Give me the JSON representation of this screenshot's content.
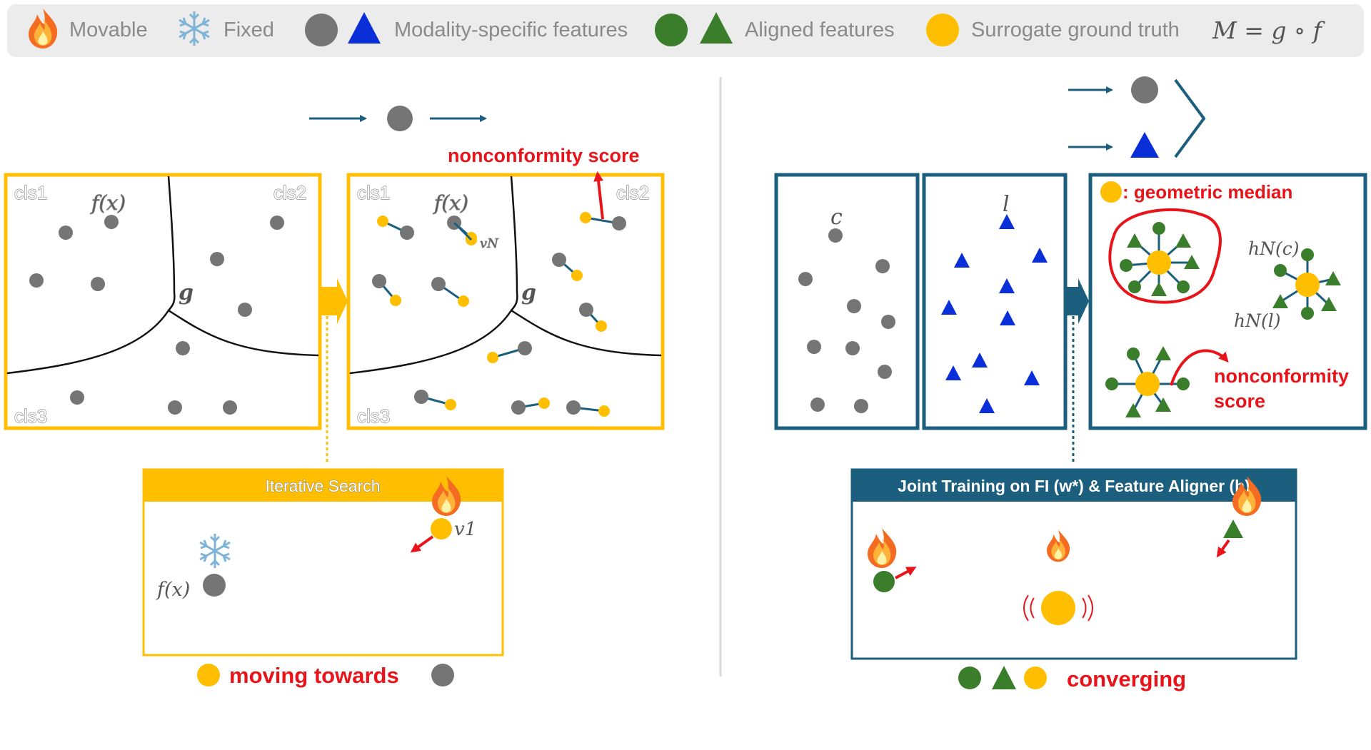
{
  "legend": {
    "movable": "Movable",
    "fixed": "Fixed",
    "modality_specific": "Modality-specific features",
    "aligned": "Aligned features",
    "surrogate": "Surrogate ground truth",
    "formula": "M = g ∘ f"
  },
  "left": {
    "cls1": "cls1",
    "cls2": "cls2",
    "cls3": "cls3",
    "fx": "f(x)",
    "g": "g",
    "vN": "vN",
    "nonconformity": "nonconformity score",
    "iterative_title": "Iterative Search",
    "v1": "v1",
    "fx2": "f(x)",
    "moving": "moving towards"
  },
  "right": {
    "c": "c",
    "l": "l",
    "geo_median": ": geometric median",
    "hNc": "hN(c)",
    "hNl": "hN(l)",
    "nonconf1": "nonconformity",
    "nonconf2": "score",
    "joint_title": "Joint Training on FI (w*) & Feature Aligner (h)",
    "converging": "converging"
  },
  "colors": {
    "yellow": "#ffbf00",
    "teal": "#1b5e7e",
    "gray_dot": "#7b7b7b",
    "blue_tri": "#0a2fd9",
    "green": "#3a7d2a",
    "red": "#e8141a"
  }
}
